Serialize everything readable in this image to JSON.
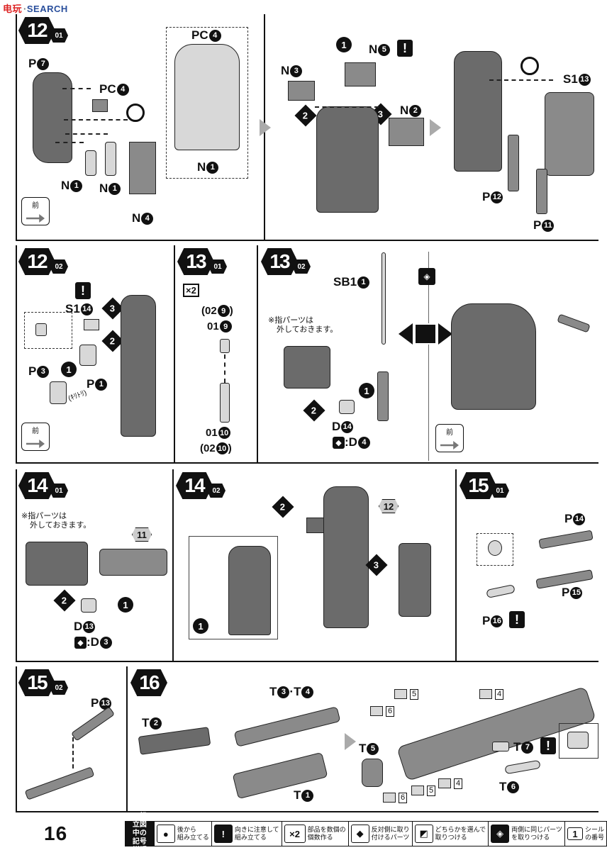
{
  "watermark": {
    "site_cn": "电玩",
    "site_en": "SEARCH",
    "sep": "·"
  },
  "page_number": "16",
  "steps": {
    "s12_01": {
      "num": "12",
      "sub": "01"
    },
    "s12_02": {
      "num": "12",
      "sub": "02"
    },
    "s13_01": {
      "num": "13",
      "sub": "01"
    },
    "s13_02": {
      "num": "13",
      "sub": "02"
    },
    "s14_01": {
      "num": "14",
      "sub": "01"
    },
    "s14_02": {
      "num": "14",
      "sub": "02"
    },
    "s15_01": {
      "num": "15",
      "sub": "01"
    },
    "s15_02": {
      "num": "15",
      "sub": "02"
    },
    "s16": {
      "num": "16"
    }
  },
  "labels": {
    "P": "P",
    "PC": "PC",
    "N": "N",
    "S1": "S1",
    "SB1": "SB1",
    "D": "D",
    "T": "T",
    "T34": "T",
    "dot": "·",
    "n1": "1",
    "n2": "2",
    "n3": "3",
    "n4": "4",
    "n5": "5",
    "n6": "6",
    "n7": "7",
    "n9": "9",
    "n10": "10",
    "n11": "11",
    "n12": "12",
    "n13": "13",
    "n14": "14",
    "n15": "15",
    "n16": "16"
  },
  "texts": {
    "front": "前",
    "x2": "×2",
    "finger_note_l1": "※指パーツは",
    "finger_note_l2": "外しておきます。",
    "o2_9": "(02",
    "o1_9": "01",
    "o1_10": "01",
    "o2_10": "(02",
    "close_paren": ")",
    "d4": ":D",
    "d3": ":D",
    "cut": "(ｷﾘﾄﾘ)",
    "warn": "!",
    "sticker5": "5",
    "sticker4": "4",
    "sticker6": "6"
  },
  "legend": {
    "title_l1": "※組立図中の",
    "title_l2": "記号説明",
    "items": [
      {
        "icon": "●",
        "l1": "後から",
        "l2": "組み立てる"
      },
      {
        "icon": "!",
        "l1": "向きに注意して",
        "l2": "組み立てる"
      },
      {
        "icon": "×2",
        "l1": "部品を数個の",
        "l2": "個数作る"
      },
      {
        "icon": "◆",
        "l1": "反対側に取り",
        "l2": "付けるパーツ"
      },
      {
        "icon": "◩",
        "l1": "どちらかを選んで",
        "l2": "取りつける"
      },
      {
        "icon": "◈",
        "l1": "両側に同じパーツ",
        "l2": "を取りつける"
      },
      {
        "icon": "1",
        "l1": "シール",
        "l2": "の番号"
      }
    ]
  }
}
